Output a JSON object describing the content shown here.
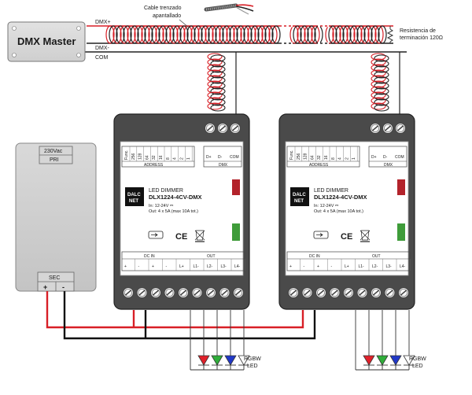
{
  "master": {
    "label": "DMX Master"
  },
  "bus": {
    "dmx_plus": "DMX+",
    "dmx_minus": "DMX-",
    "com": "COM",
    "cable_label_1": "Cable trenzado",
    "cable_label_2": "apantallado",
    "termination_1": "Resistencia de",
    "termination_2": "terminación 120Ω"
  },
  "power_supply": {
    "vac": "230Vac",
    "pri": "PRI",
    "sec": "SEC",
    "plus": "+",
    "minus": "-"
  },
  "dimmers": [
    {
      "address_bits": [
        "Func.",
        "256",
        "128",
        "64",
        "32",
        "16",
        "8",
        "4",
        "2",
        "1"
      ],
      "address_label": "ADDRESS",
      "dmx_terms": [
        "D+",
        "D-",
        "COM"
      ],
      "dmx_label": "DMX",
      "brand_1": "DALC",
      "brand_2": "NET",
      "type": "LED DIMMER",
      "model": "DLX1224-4CV-DMX",
      "spec_in": "In: 12-24V ⎓",
      "spec_out": "Out: 4 x 5A (max 10A tot.)",
      "ce": "CE",
      "dcin_label": "DC IN",
      "out_label": "OUT",
      "bottom_terms": [
        "+",
        "-",
        "+",
        "-",
        "L+",
        "L1-",
        "L2-",
        "L3-",
        "L4-"
      ]
    },
    {
      "address_bits": [
        "Func.",
        "256",
        "128",
        "64",
        "32",
        "16",
        "8",
        "4",
        "2",
        "1"
      ],
      "address_label": "ADDRESS",
      "dmx_terms": [
        "D+",
        "D-",
        "COM"
      ],
      "dmx_label": "DMX",
      "brand_1": "DALC",
      "brand_2": "NET",
      "type": "LED DIMMER",
      "model": "DLX1224-4CV-DMX",
      "spec_in": "In: 12-24V ⎓",
      "spec_out": "Out: 4 x 5A (max 10A tot.)",
      "ce": "CE",
      "dcin_label": "DC IN",
      "out_label": "OUT",
      "bottom_terms": [
        "+",
        "-",
        "+",
        "-",
        "L+",
        "L1-",
        "L2-",
        "L3-",
        "L4-"
      ]
    }
  ],
  "leds": [
    {
      "label_1": "RGBW",
      "label_2": "LED"
    },
    {
      "label_1": "RGBW",
      "label_2": "LED"
    }
  ],
  "colors": {
    "red_wire": "#d81f26",
    "black_wire": "#111111",
    "led_r": "#e0202a",
    "led_g": "#2fae3a",
    "led_b": "#2038c8",
    "led_w": "#ffffff"
  }
}
